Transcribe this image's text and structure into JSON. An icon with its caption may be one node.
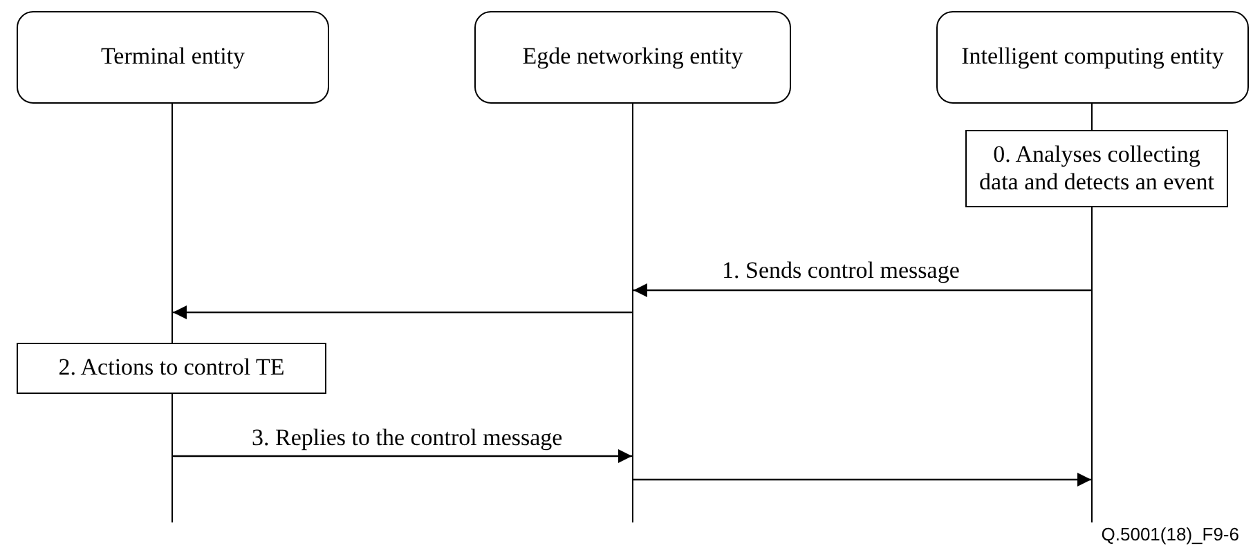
{
  "diagram": {
    "nodes": [
      {
        "text": [
          "Terminal entity"
        ]
      },
      {
        "text": [
          "Egde networking entity"
        ]
      },
      {
        "text": [
          "Intelligent computing entity"
        ]
      },
      {
        "text": [
          "0. Analyses collecting data and detects an event"
        ]
      },
      {
        "text": [
          "2. Actions to control TE"
        ]
      },
      {
        "text": [],
        "shape": "bar"
      },
      {
        "text": [],
        "shape": "bar"
      },
      {
        "text": [],
        "shape": "bar"
      }
    ],
    "edges": [
      {
        "from": 7,
        "to": 6,
        "arrow": "to",
        "label": "1. Sends control message"
      },
      {
        "from": 6,
        "to": 5,
        "arrow": "to"
      },
      {
        "from": 5,
        "to": 6,
        "arrow": "to",
        "label": "3. Replies to the control message"
      },
      {
        "from": 6,
        "to": 7,
        "arrow": "to"
      }
    ],
    "labels": [
      "Q.5001(18)_F9-6"
    ]
  }
}
